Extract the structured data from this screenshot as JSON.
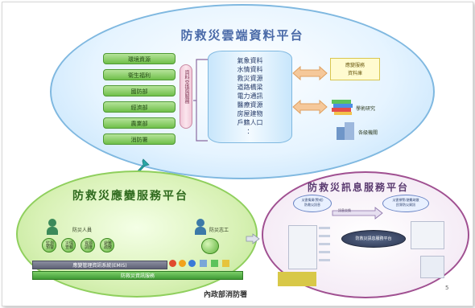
{
  "cloud_platform": {
    "title": "防救災雲端資料平台",
    "left_buttons": [
      "環境資源",
      "衛生福利",
      "國防部",
      "經濟部",
      "農業部",
      "消防署"
    ],
    "center_label": "資料交換與服務",
    "database_items": "氣象資料\n水情資料\n救災資源\n道路橋梁\n電力通訊\n醫療資源\n房屋建物\n戶籍人口\n：",
    "right_top_box": "應變服務\n資料庫",
    "right_mid_label": "學術研究",
    "right_bottom_label": "各級機關"
  },
  "response_platform": {
    "title": "防救災應變服務平台",
    "group_left_label": "防災人員",
    "group_right_label": "防災志工",
    "circles": [
      "監測\n預警",
      "災情\n查報",
      "資源\n調度",
      "避難\n疏散"
    ],
    "bar_top": "應變管理資訊系統(EMIS)",
    "bar_bottom": "防救災資訊服務"
  },
  "info_platform": {
    "title": "防救災訊息服務平台",
    "top_left_box": "災害情資(警戒)\n防救災訊息",
    "top_right_box": "災害預警/避難疏散\n民眾防災資訊",
    "center_label": "防救災訊息服務平台",
    "arrow_label": "訊息交換"
  },
  "footer": {
    "caption": "內政部消防署",
    "page_number": "5"
  },
  "colors": {
    "cloud_border": "#7fb8e0",
    "green": "#8fcf5d",
    "purple": "#a05091",
    "teal_arrow": "#2aa6a6"
  }
}
